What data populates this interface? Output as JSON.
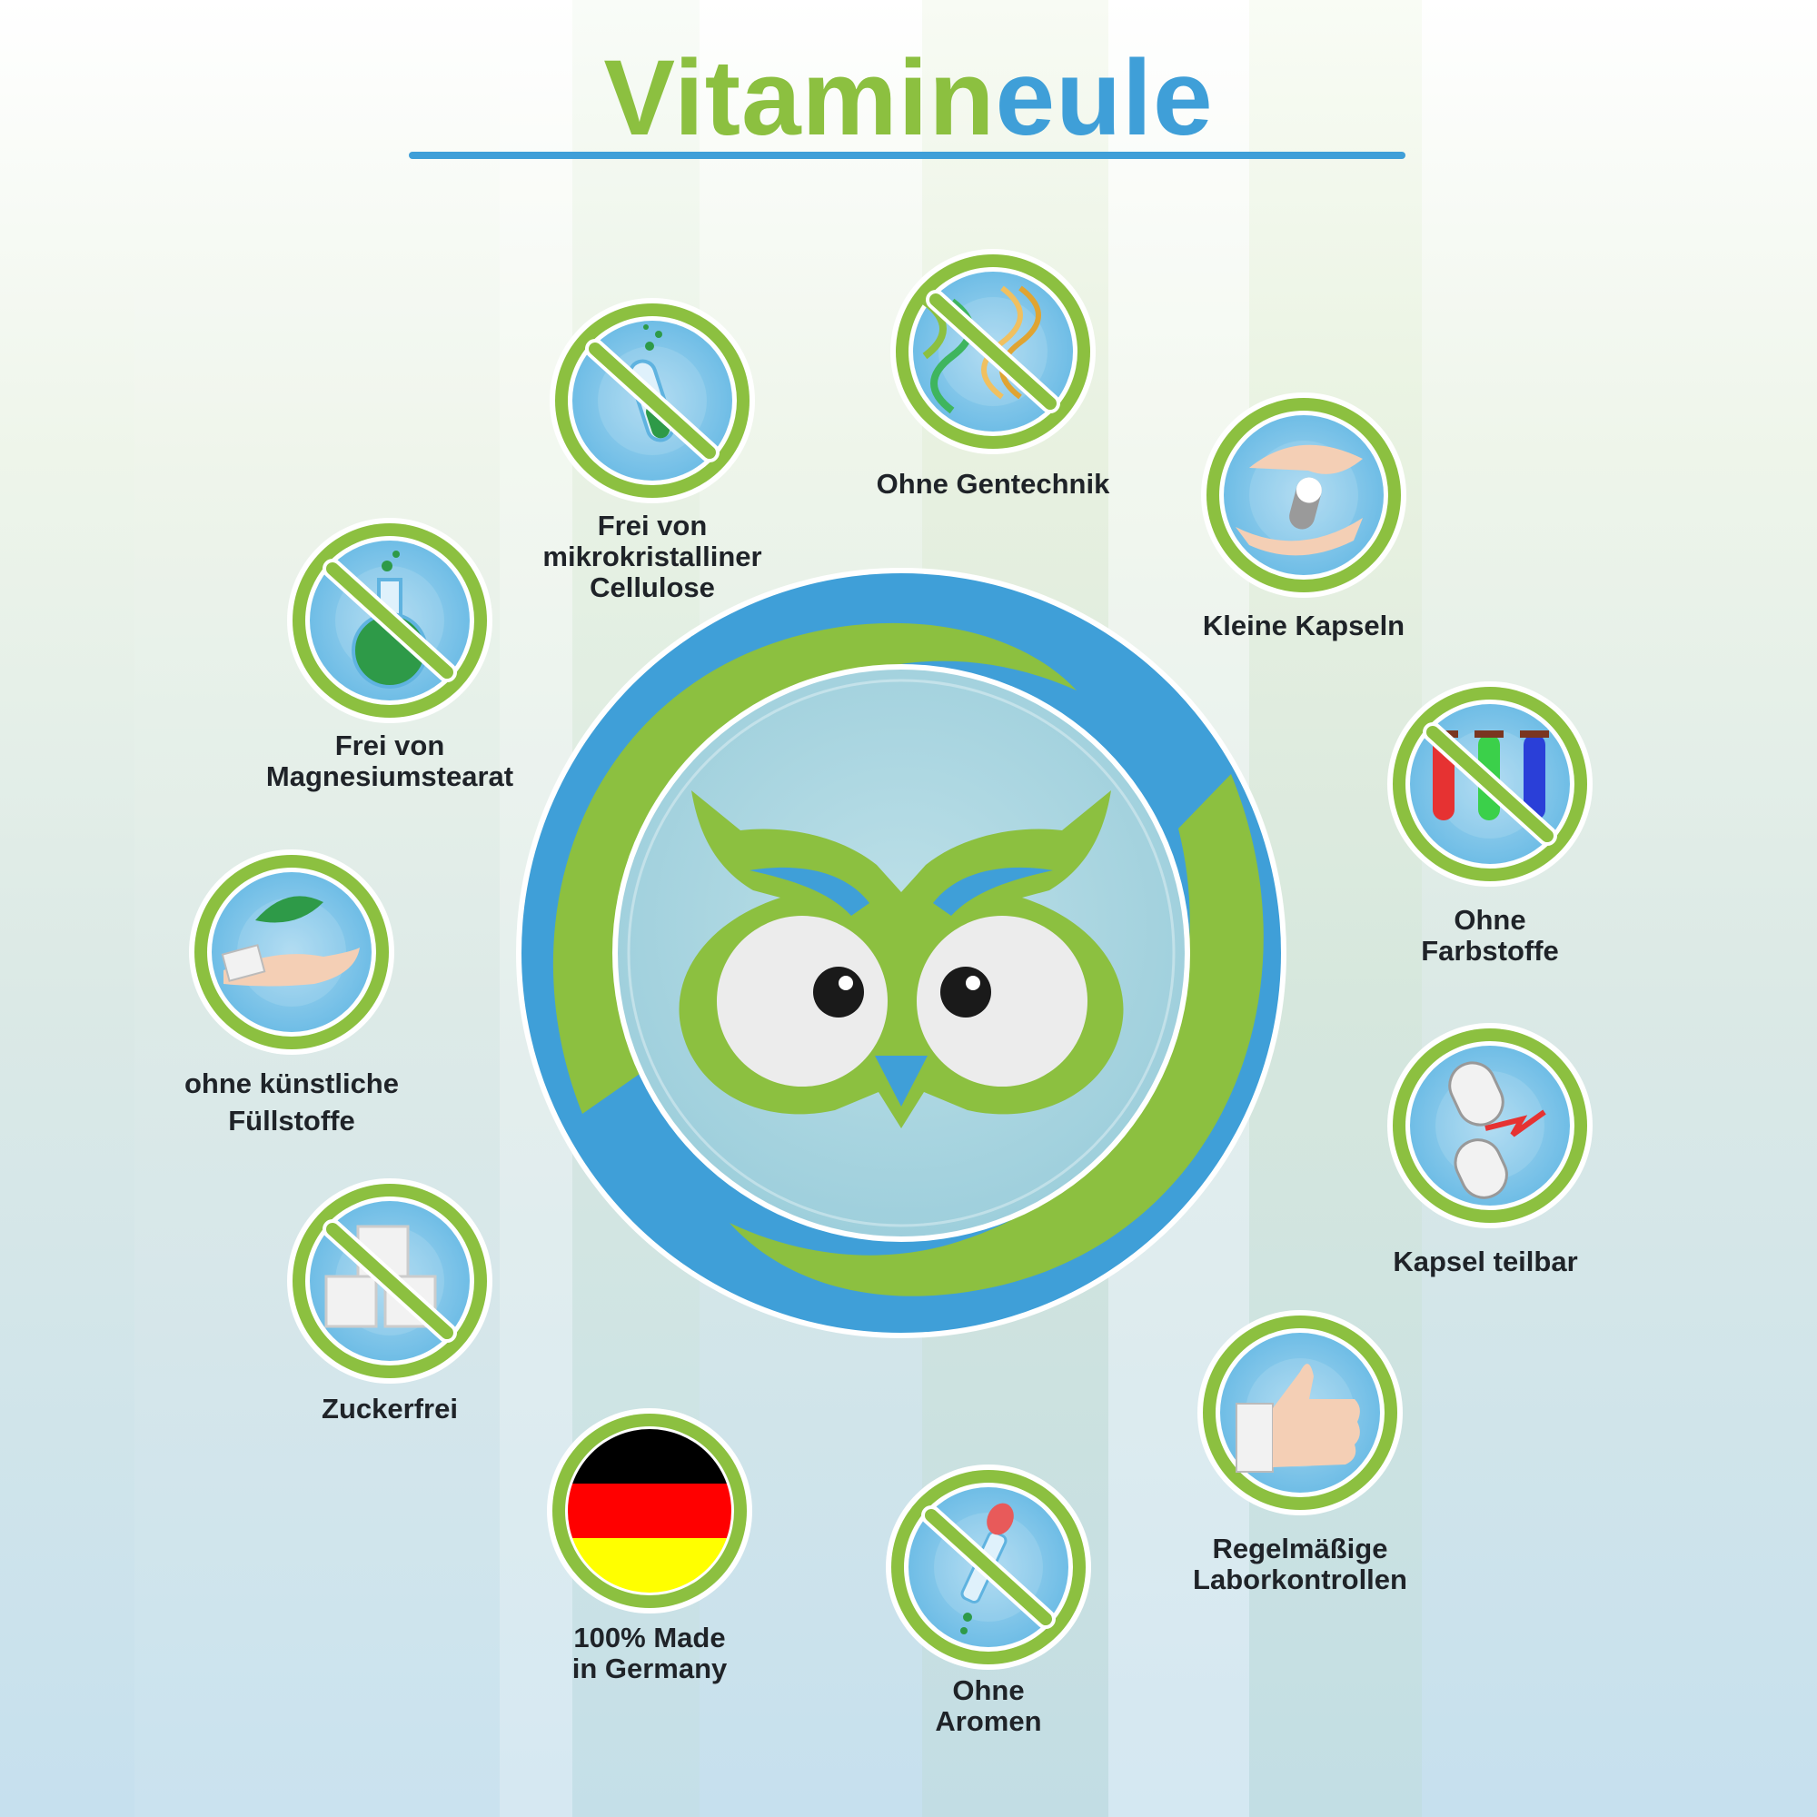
{
  "brand": {
    "part1": "Vitamin",
    "part2": "eule"
  },
  "colors": {
    "green": "#8cc040",
    "blue": "#3f9fd8",
    "darkGreen": "#2e9a48",
    "text": "#1f2328"
  },
  "features": [
    {
      "id": "cellulose",
      "icon": "test-tube-icon",
      "prohibited": true,
      "lines": [
        "Frei von",
        "mikrokristalliner",
        "Cellulose"
      ]
    },
    {
      "id": "gentechnik",
      "icon": "dna-icon",
      "prohibited": true,
      "lines": [
        "Ohne Gentechnik"
      ]
    },
    {
      "id": "kapseln",
      "icon": "small-capsule-icon",
      "prohibited": false,
      "lines": [
        "Kleine Kapseln"
      ]
    },
    {
      "id": "magnesium",
      "icon": "flask-icon",
      "prohibited": true,
      "lines": [
        "Frei von",
        "Magnesiumstearat"
      ]
    },
    {
      "id": "farbstoffe",
      "icon": "colored-tubes-icon",
      "prohibited": true,
      "lines": [
        "Ohne",
        "Farbstoffe"
      ]
    },
    {
      "id": "fuellstoffe",
      "icon": "hand-leaf-icon",
      "prohibited": false,
      "lines": [
        "ohne künstliche",
        "Füllstoffe"
      ]
    },
    {
      "id": "teilbar",
      "icon": "split-capsule-icon",
      "prohibited": false,
      "lines": [
        "Kapsel teilbar"
      ]
    },
    {
      "id": "zucker",
      "icon": "sugar-cubes-icon",
      "prohibited": true,
      "lines": [
        "Zuckerfrei"
      ]
    },
    {
      "id": "labor",
      "icon": "thumbs-up-icon",
      "prohibited": false,
      "lines": [
        "Regelmäßige",
        "Laborkontrollen"
      ]
    },
    {
      "id": "germany",
      "icon": "german-flag-icon",
      "prohibited": false,
      "lines": [
        "100% Made",
        "in Germany"
      ]
    },
    {
      "id": "aromen",
      "icon": "dropper-icon",
      "prohibited": true,
      "lines": [
        "Ohne",
        "Aromen"
      ]
    }
  ]
}
